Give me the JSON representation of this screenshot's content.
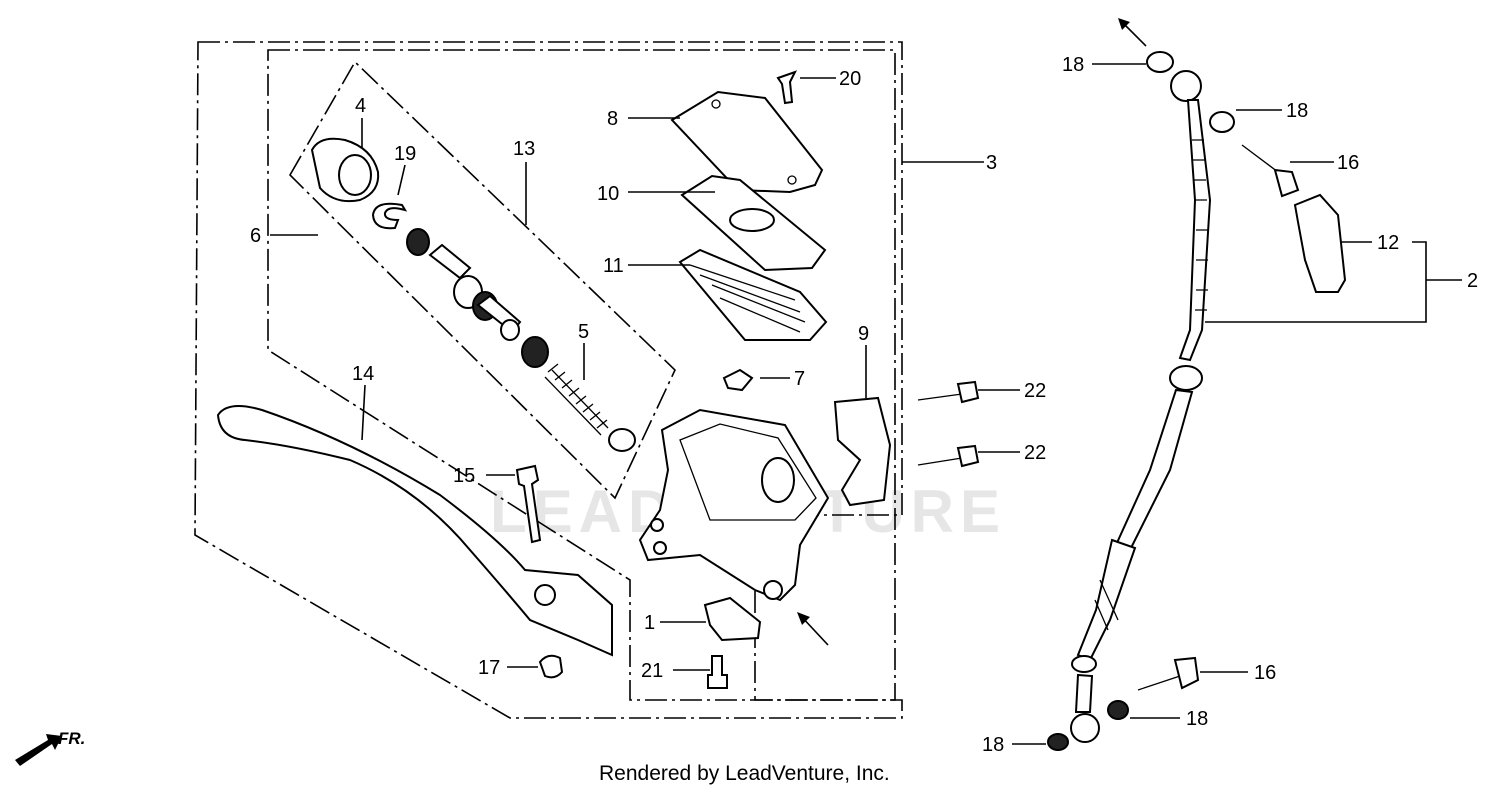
{
  "credit": "Rendered by LeadVenture, Inc.",
  "watermark": "LEADVENTURE",
  "front_marker": "FR.",
  "callouts": {
    "c1": "1",
    "c2": "2",
    "c3": "3",
    "c4": "4",
    "c5": "5",
    "c6": "6",
    "c7": "7",
    "c8": "8",
    "c9": "9",
    "c10": "10",
    "c11": "11",
    "c12": "12",
    "c13": "13",
    "c14": "14",
    "c15": "15",
    "c16a": "16",
    "c16b": "16",
    "c17": "17",
    "c18a": "18",
    "c18b": "18",
    "c18c": "18",
    "c18d": "18",
    "c19": "19",
    "c20": "20",
    "c21": "21",
    "c22a": "22",
    "c22b": "22"
  }
}
